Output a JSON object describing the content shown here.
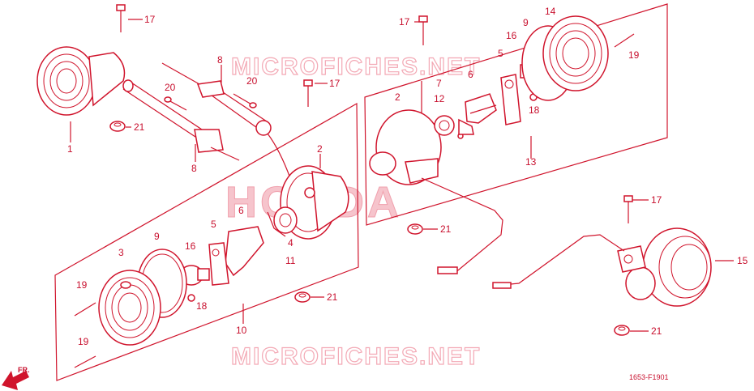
{
  "watermark_text": "MICROFICHES.NET",
  "brand_text": "HONDA",
  "diagram_code": "1653-F1901",
  "front_indicator": "FR.",
  "callouts": {
    "c1": "1",
    "c2a": "2",
    "c2b": "2",
    "c3": "3",
    "c4": "4",
    "c5a": "5",
    "c5b": "5",
    "c6a": "6",
    "c6b": "6",
    "c7": "7",
    "c8a": "8",
    "c8b": "8",
    "c9a": "9",
    "c9b": "9",
    "c10": "10",
    "c11": "11",
    "c12": "12",
    "c13": "13",
    "c14": "14",
    "c15": "15",
    "c16a": "16",
    "c16b": "16",
    "c17a": "17",
    "c17b": "17",
    "c17c": "17",
    "c17d": "17",
    "c18a": "18",
    "c18b": "18",
    "c19a": "19",
    "c19b": "19",
    "c19c": "19",
    "c20a": "20",
    "c20b": "20",
    "c21a": "21",
    "c21b": "21",
    "c21c": "21",
    "c21d": "21"
  },
  "colors": {
    "line": "#d0142c",
    "watermark": "#f3a9b5",
    "background": "#ffffff"
  }
}
